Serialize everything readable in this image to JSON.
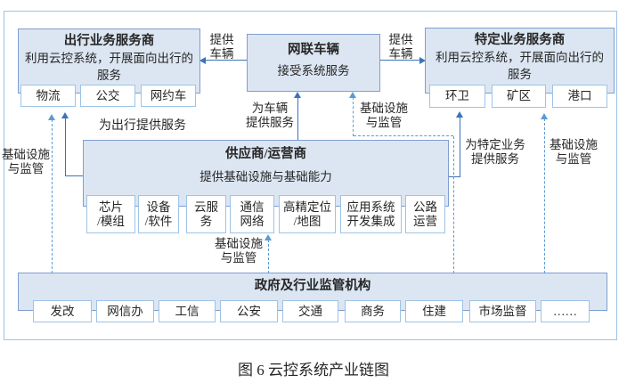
{
  "diagram": {
    "caption": "图 6 云控系统产业链图",
    "colors": {
      "box_fill": "#dce6f2",
      "box_border": "#7f9ed1",
      "sub_border": "#9dc3e6",
      "outer_border": "#9dc3e6",
      "line_solid": "#3c72b9",
      "line_dashed": "#5b9bd5",
      "text": "#262626"
    },
    "boxes": {
      "travel": {
        "title": "出行业务服务商",
        "body": "利用云控系统，开展面向出行的服务",
        "items": [
          "物流",
          "公交",
          "网约车"
        ]
      },
      "vehicle": {
        "title": "网联车辆",
        "body": "接受系统服务"
      },
      "specific": {
        "title": "特定业务服务商",
        "body": "利用云控系统，开展面向出行的服务",
        "items": [
          "环卫",
          "矿区",
          "港口"
        ]
      },
      "supplier": {
        "title": "供应商/运营商",
        "body": "提供基础设施与基础能力",
        "items": [
          "芯片\n/模组",
          "设备\n/软件",
          "云服\n务",
          "通信\n网络",
          "高精定位\n/地图",
          "应用系统\n开发集成",
          "公路\n运营"
        ]
      },
      "government": {
        "title": "政府及行业监管机构",
        "items": [
          "发改",
          "网信办",
          "工信",
          "公安",
          "交通",
          "商务",
          "住建",
          "市场监督",
          "……"
        ]
      }
    },
    "edge_labels": {
      "provide_vehicles_left": "提供\n车辆",
      "provide_vehicles_right": "提供\n车辆",
      "serve_travel": "为出行提供服务",
      "serve_vehicle": "为车辆\n提供服务",
      "infra_mid": "基础设施\n与监管",
      "serve_specific": "为特定业务\n提供服务",
      "infra_right": "基础设施\n与监管",
      "infra_left": "基础设施\n与监管",
      "infra_bottom": "基础设施\n与监管"
    }
  }
}
